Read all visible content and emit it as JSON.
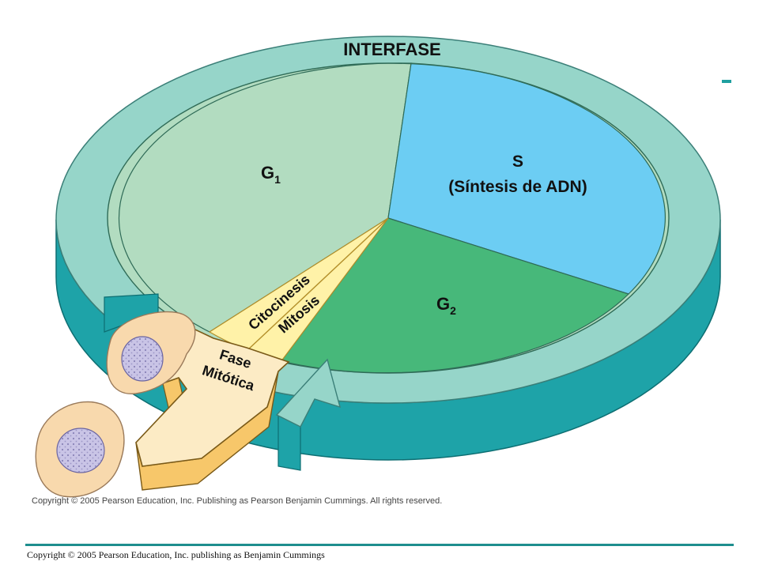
{
  "diagram": {
    "title": "INTERFASE",
    "phases": {
      "g1": {
        "letter": "G",
        "sub": "1"
      },
      "s": {
        "line1": "S",
        "line2": "(Síntesis de ADN)"
      },
      "g2": {
        "letter": "G",
        "sub": "2"
      },
      "citocinesis": "Citocinesis",
      "mitosis": "Mitosis",
      "mitotic_phase": {
        "line1": "Fase",
        "line2": "Mitótica"
      }
    },
    "colors": {
      "ring_top": "#96d5c9",
      "ring_side": "#1ea3a8",
      "g1": "#b2dcc0",
      "s": "#6ccdf3",
      "g2": "#47b87a",
      "mitotic_wedge": "#fff2a8",
      "arrow_top": "#fcebc5",
      "arrow_side": "#f7c76a",
      "cell": "#f8d9ad",
      "nucleus": "#c9c4e6"
    }
  },
  "copyright_small": "Copyright © 2005 Pearson Education, Inc. Publishing as Pearson Benjamin Cummings. All rights reserved.",
  "footer": "Copyright © 2005 Pearson Education, Inc. publishing as Benjamin Cummings"
}
